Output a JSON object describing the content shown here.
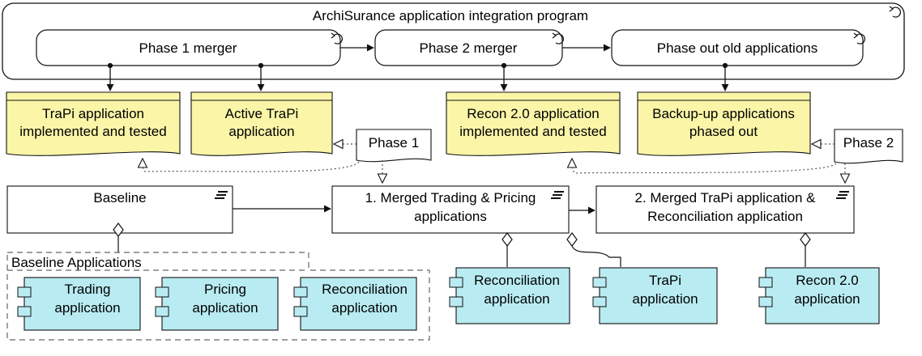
{
  "program": {
    "title": "ArchiSurance application integration program"
  },
  "phases": [
    {
      "label": "Phase 1 merger"
    },
    {
      "label": "Phase 2 merger"
    },
    {
      "label": "Phase out old applications"
    }
  ],
  "deliverables": [
    {
      "line1": "TraPi application",
      "line2": "implemented and tested"
    },
    {
      "line1": "Active TraPi",
      "line2": "application"
    },
    {
      "line1": "Recon 2.0 application",
      "line2": "implemented and tested"
    },
    {
      "line1": "Backup-up applications",
      "line2": "phased out"
    }
  ],
  "gaps": [
    {
      "label": "Phase 1"
    },
    {
      "label": "Phase 2"
    }
  ],
  "plateaus": [
    {
      "line1": "Baseline",
      "line2": ""
    },
    {
      "line1": "1. Merged Trading & Pricing",
      "line2": "applications"
    },
    {
      "line1": "2. Merged TraPi application &",
      "line2": "Reconciliation application"
    }
  ],
  "baseline_group": {
    "label": "Baseline Applications"
  },
  "components": [
    {
      "line1": "Trading",
      "line2": "application"
    },
    {
      "line1": "Pricing",
      "line2": "application"
    },
    {
      "line1": "Reconciliation",
      "line2": "application"
    },
    {
      "line1": "Reconciliation",
      "line2": "application"
    },
    {
      "line1": "TraPi",
      "line2": "application"
    },
    {
      "line1": "Recon 2.0",
      "line2": "application"
    }
  ],
  "colors": {
    "deliverable_fill": "#fbf5a8",
    "component_fill": "#b9ecf2",
    "line": "#111111"
  }
}
